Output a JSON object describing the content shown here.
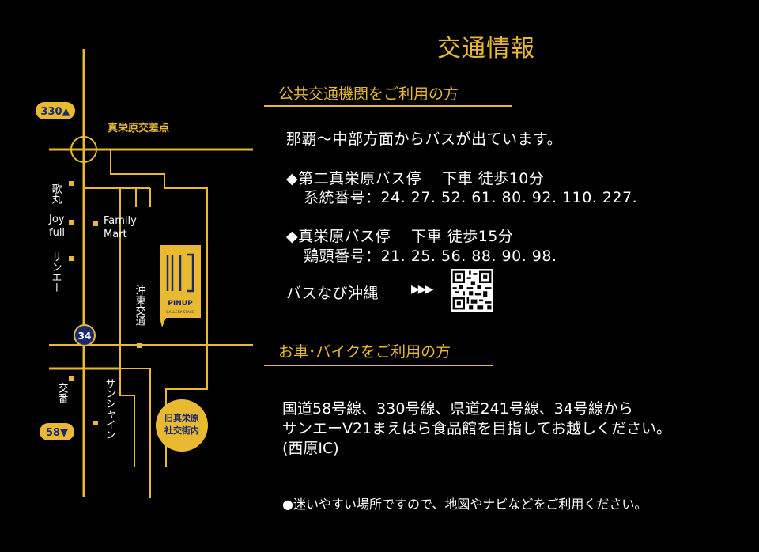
{
  "header": {
    "title": "交通情報"
  },
  "public_transport": {
    "heading": "公共交通機関をご利用の方",
    "intro": "那覇～中部方面からバスが出ています。",
    "stop1_line1": "◆第二真栄原バス停　 下車 徒歩10分",
    "stop1_line2": "系統番号：24. 27. 52. 61. 80. 92. 110. 227.",
    "stop2_line1": "◆真栄原バス停　 下車 徒歩15分",
    "stop2_line2": "鶏頭番号：21. 25. 56. 88. 90. 98.",
    "bus_navi_label": "バスなび沖縄",
    "bus_navi_arrows": "▶▶▶"
  },
  "car": {
    "heading": "お車･バイクをご利用の方",
    "line1": "国道58号線、330号線、県道241号線、34号線から",
    "line2": "サンエーV21まえはら食品館を目指してお越しください。",
    "line3": "(西原IC)",
    "note": "●迷いやすい場所ですので、地図やナビなどをご利用ください。"
  },
  "map": {
    "route_330": "330▲",
    "route_58": "58▼",
    "route_34": "34",
    "intersection": "真栄原交差点",
    "uta": "歌丸",
    "joy": "Joy",
    "full": "full",
    "sanei": "サンエー",
    "family": "Family",
    "mart": "Mart",
    "okito": "沖東交通",
    "koban": "交番",
    "sunshine": "サンシャイン",
    "pinup": "PINUP",
    "pinup_sub": "GALLERY SPACE",
    "old_line1": "旧真栄原",
    "old_line2": "社交街内"
  },
  "colors": {
    "accent": "#e9b931",
    "background": "#000000",
    "pinup_blue": "#1c2a6b"
  }
}
